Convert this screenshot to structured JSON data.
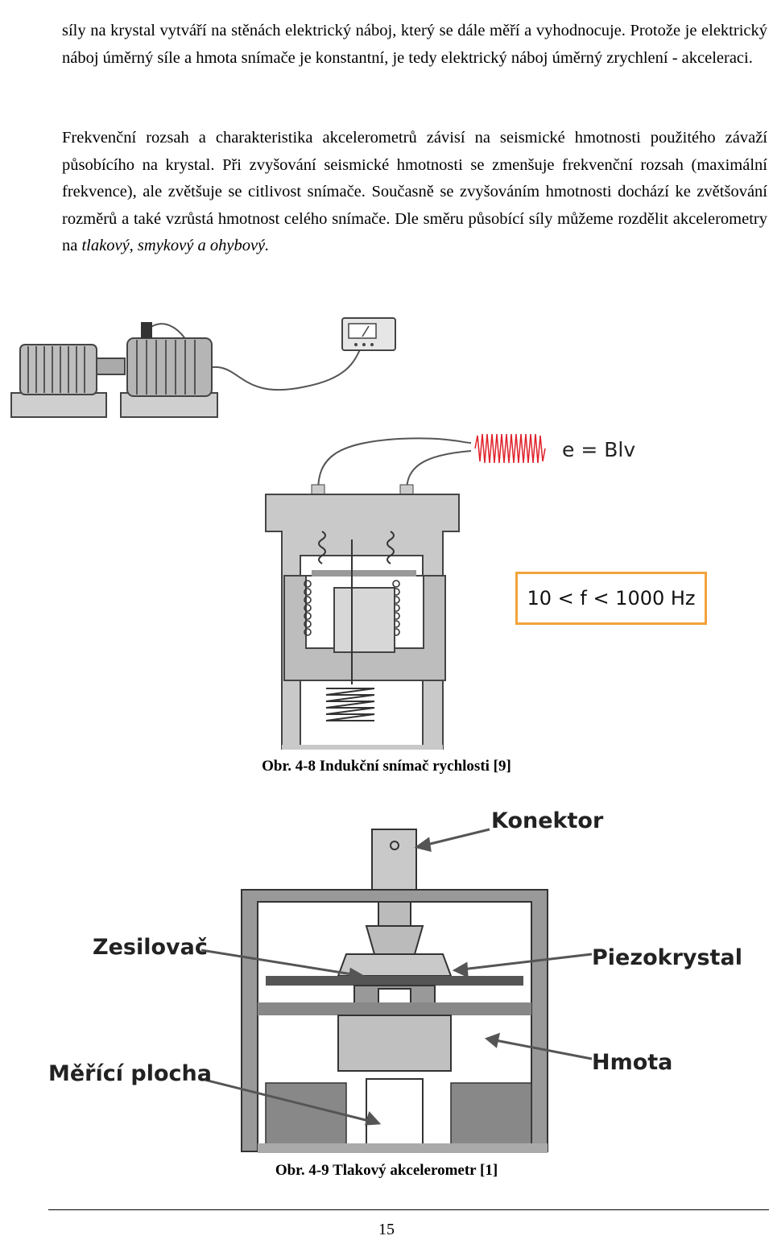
{
  "paragraphs": {
    "p1": "síly na krystal vytváří na stěnách elektrický náboj, který se dále měří a vyhodnocuje. Protože je elektrický náboj úměrný síle a hmota snímače je konstantní, je tedy elektrický náboj úměrný zrychlení - akceleraci.",
    "p2_text": "Frekvenční rozsah a charakteristika akcelerometrů závisí na seismické hmotnosti použitého závaží působícího na krystal. Při zvyšování seismické hmotnosti se zmenšuje frekvenční rozsah (maximální frekvence), ale zvětšuje se citlivost snímače. Současně se zvyšováním hmotnosti dochází ke zvětšování rozměrů a také vzrůstá hmotnost celého snímače. Dle směru působící síly můžeme rozdělit akcelerometry na ",
    "p2_italic": "tlakový, smykový a ohybový."
  },
  "figure1": {
    "formula": "e = Blv",
    "freq_range": "10 < f < 1000 Hz",
    "caption": "Obr. 4-8 Indukční snímač rychlosti [9]"
  },
  "figure2": {
    "labels": {
      "connector": "Konektor",
      "amplifier": "Zesilovač",
      "piezo": "Piezokrystal",
      "mass": "Hmota",
      "surface": "Měřící plocha"
    },
    "caption": "Obr. 4-9 Tlakový akcelerometr [1]"
  },
  "footer": {
    "page_number": "15"
  },
  "colors": {
    "freq_box_border": "#f2a33a",
    "signal_wave": "#e0202a",
    "body_gray": "#c9c9c9",
    "dark_gray": "#6b6b6b"
  }
}
